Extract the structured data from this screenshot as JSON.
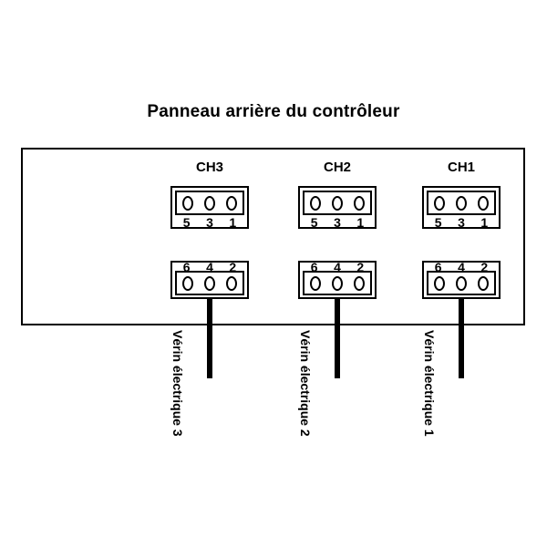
{
  "diagram": {
    "title": "Panneau arrière du contrôleur",
    "panel_name": "controller-rear-panel",
    "colors": {
      "line": "#000000",
      "background": "#ffffff",
      "cable": "#000000"
    },
    "channels": [
      {
        "id": "CH3",
        "label": "CH3",
        "top_connector": {
          "pins": [
            "5",
            "3",
            "1"
          ],
          "pin_count": 3,
          "label_position": "below"
        },
        "bottom_connector": {
          "pins": [
            "6",
            "4",
            "2"
          ],
          "pin_count": 3,
          "label_position": "above"
        },
        "cable_label": "Vérin électrique 3"
      },
      {
        "id": "CH2",
        "label": "CH2",
        "top_connector": {
          "pins": [
            "5",
            "3",
            "1"
          ],
          "pin_count": 3,
          "label_position": "below"
        },
        "bottom_connector": {
          "pins": [
            "6",
            "4",
            "2"
          ],
          "pin_count": 3,
          "label_position": "above"
        },
        "cable_label": "Vérin électrique 2"
      },
      {
        "id": "CH1",
        "label": "CH1",
        "top_connector": {
          "pins": [
            "5",
            "3",
            "1"
          ],
          "pin_count": 3,
          "label_position": "below"
        },
        "bottom_connector": {
          "pins": [
            "6",
            "4",
            "2"
          ],
          "pin_count": 3,
          "label_position": "above"
        },
        "cable_label": "Vérin électrique 1"
      }
    ]
  }
}
